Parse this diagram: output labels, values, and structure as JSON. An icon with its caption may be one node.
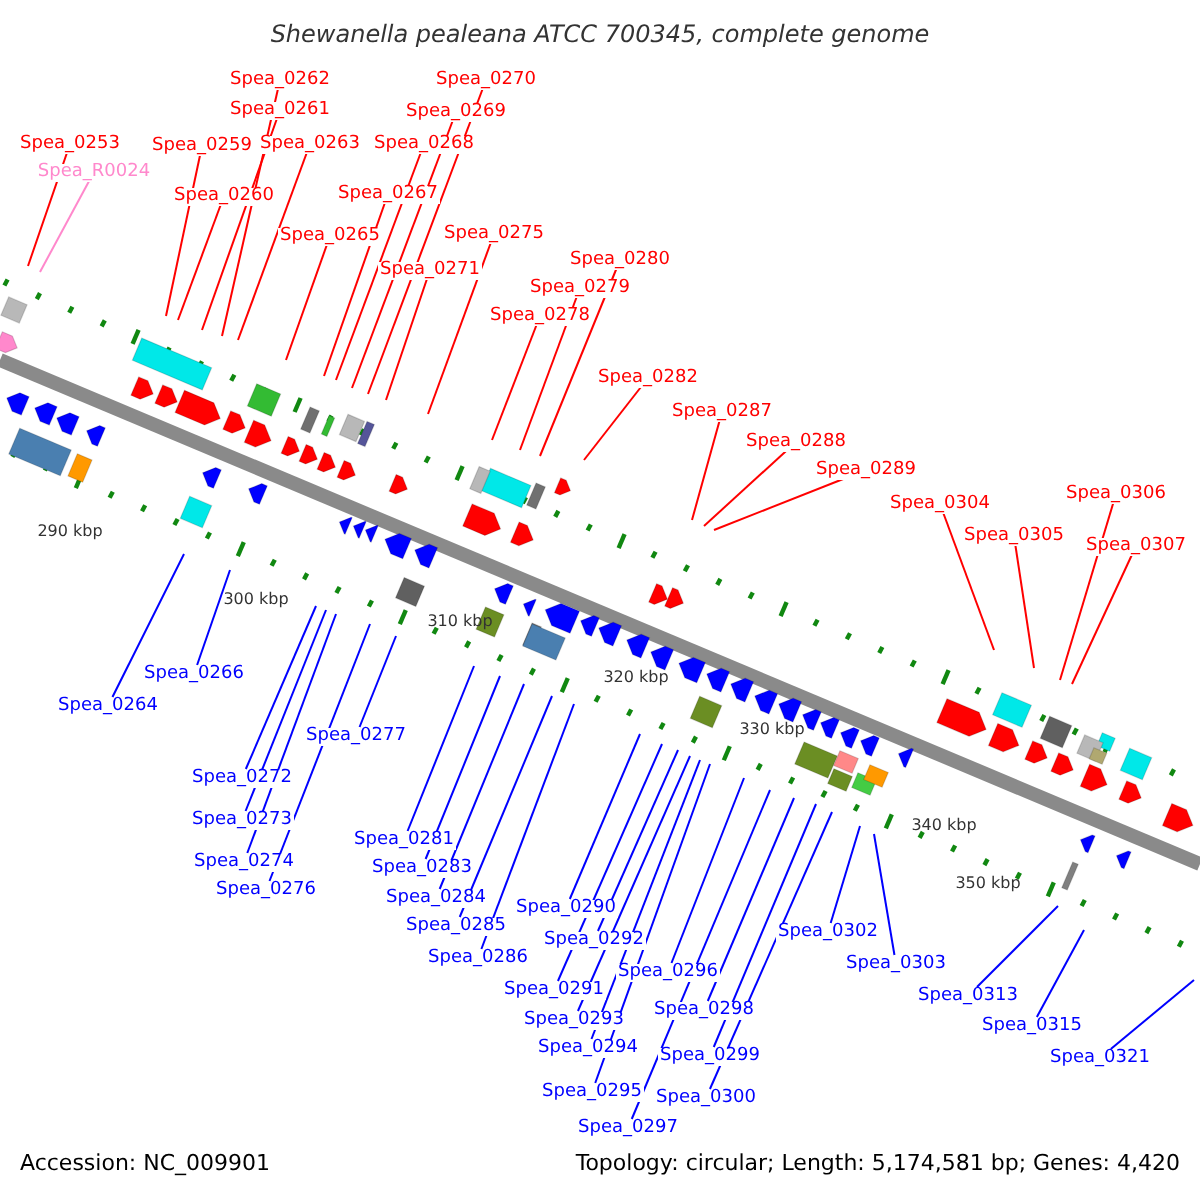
{
  "diagram": {
    "title": "Shewanella pealeana ATCC 700345, complete genome",
    "nodes": [
      {
        "text": [
          "Spea_0253"
        ]
      },
      {
        "text": [
          "Spea_R0024"
        ]
      },
      {
        "text": [
          "Spea_0259"
        ]
      },
      {
        "text": [
          "Spea_0260"
        ]
      },
      {
        "text": [
          "Spea_0261"
        ]
      },
      {
        "text": [
          "Spea_0262"
        ]
      },
      {
        "text": [
          "Spea_0263"
        ]
      },
      {
        "text": [
          "Spea_0265"
        ]
      },
      {
        "text": [
          "Spea_0267"
        ]
      },
      {
        "text": [
          "Spea_0268"
        ]
      },
      {
        "text": [
          "Spea_0269"
        ]
      },
      {
        "text": [
          "Spea_0270"
        ]
      },
      {
        "text": [
          "Spea_0271"
        ]
      },
      {
        "text": [
          "Spea_0275"
        ]
      },
      {
        "text": [
          "Spea_0278"
        ]
      },
      {
        "text": [
          "Spea_0279"
        ]
      },
      {
        "text": [
          "Spea_0280"
        ]
      },
      {
        "text": [
          "Spea_0282"
        ]
      },
      {
        "text": [
          "Spea_0287"
        ]
      },
      {
        "text": [
          "Spea_0288"
        ]
      },
      {
        "text": [
          "Spea_0289"
        ]
      },
      {
        "text": [
          "Spea_0304"
        ]
      },
      {
        "text": [
          "Spea_0305"
        ]
      },
      {
        "text": [
          "Spea_0306"
        ]
      },
      {
        "text": [
          "Spea_0307"
        ]
      },
      {
        "text": [
          "Spea_0264"
        ]
      },
      {
        "text": [
          "Spea_0266"
        ]
      },
      {
        "text": [
          "Spea_0272"
        ]
      },
      {
        "text": [
          "Spea_0273"
        ]
      },
      {
        "text": [
          "Spea_0274"
        ]
      },
      {
        "text": [
          "Spea_0276"
        ]
      },
      {
        "text": [
          "Spea_0277"
        ]
      },
      {
        "text": [
          "Spea_0281"
        ]
      },
      {
        "text": [
          "Spea_0283"
        ]
      },
      {
        "text": [
          "Spea_0284"
        ]
      },
      {
        "text": [
          "Spea_0285"
        ]
      },
      {
        "text": [
          "Spea_0286"
        ]
      },
      {
        "text": [
          "Spea_0290"
        ]
      },
      {
        "text": [
          "Spea_0291"
        ]
      },
      {
        "text": [
          "Spea_0292"
        ]
      },
      {
        "text": [
          "Spea_0293"
        ]
      },
      {
        "text": [
          "Spea_0294"
        ]
      },
      {
        "text": [
          "Spea_0295"
        ]
      },
      {
        "text": [
          "Spea_0296"
        ]
      },
      {
        "text": [
          "Spea_0297"
        ]
      },
      {
        "text": [
          "Spea_0298"
        ]
      },
      {
        "text": [
          "Spea_0299"
        ]
      },
      {
        "text": [
          "Spea_0300"
        ]
      },
      {
        "text": [
          "Spea_0302"
        ]
      },
      {
        "text": [
          "Spea_0303"
        ]
      },
      {
        "text": [
          "Spea_0313"
        ]
      },
      {
        "text": [
          "Spea_0315"
        ]
      },
      {
        "text": [
          "Spea_0321"
        ]
      }
    ],
    "edges": [
      {
        "from": 0,
        "to": null,
        "arrow": "none",
        "color": "#ff0000"
      },
      {
        "from": 1,
        "to": null,
        "arrow": "none",
        "color": "#ff88cc"
      },
      {
        "from": 2,
        "to": null,
        "arrow": "none",
        "color": "#ff0000"
      },
      {
        "from": 3,
        "to": null,
        "arrow": "none",
        "color": "#ff0000"
      },
      {
        "from": 4,
        "to": null,
        "arrow": "none",
        "color": "#ff0000"
      },
      {
        "from": 5,
        "to": null,
        "arrow": "none",
        "color": "#ff0000"
      },
      {
        "from": 6,
        "to": null,
        "arrow": "none",
        "color": "#ff0000"
      },
      {
        "from": 7,
        "to": null,
        "arrow": "none",
        "color": "#ff0000"
      },
      {
        "from": 8,
        "to": null,
        "arrow": "none",
        "color": "#ff0000"
      },
      {
        "from": 9,
        "to": null,
        "arrow": "none",
        "color": "#ff0000"
      },
      {
        "from": 10,
        "to": null,
        "arrow": "none",
        "color": "#ff0000"
      },
      {
        "from": 11,
        "to": null,
        "arrow": "none",
        "color": "#ff0000"
      },
      {
        "from": 12,
        "to": null,
        "arrow": "none",
        "color": "#ff0000"
      },
      {
        "from": 13,
        "to": null,
        "arrow": "none",
        "color": "#ff0000"
      },
      {
        "from": 14,
        "to": null,
        "arrow": "none",
        "color": "#ff0000"
      },
      {
        "from": 15,
        "to": null,
        "arrow": "none",
        "color": "#ff0000"
      },
      {
        "from": 16,
        "to": null,
        "arrow": "none",
        "color": "#ff0000"
      },
      {
        "from": 17,
        "to": null,
        "arrow": "none",
        "color": "#ff0000"
      },
      {
        "from": 18,
        "to": null,
        "arrow": "none",
        "color": "#ff0000"
      },
      {
        "from": 19,
        "to": null,
        "arrow": "none",
        "color": "#ff0000"
      },
      {
        "from": 20,
        "to": null,
        "arrow": "none",
        "color": "#ff0000"
      },
      {
        "from": 21,
        "to": null,
        "arrow": "none",
        "color": "#ff0000"
      },
      {
        "from": 22,
        "to": null,
        "arrow": "none",
        "color": "#ff0000"
      },
      {
        "from": 23,
        "to": null,
        "arrow": "none",
        "color": "#ff0000"
      },
      {
        "from": 24,
        "to": null,
        "arrow": "none",
        "color": "#ff0000"
      },
      {
        "from": 25,
        "to": null,
        "arrow": "none",
        "color": "#0000ff"
      },
      {
        "from": 26,
        "to": null,
        "arrow": "none",
        "color": "#0000ff"
      },
      {
        "from": 27,
        "to": null,
        "arrow": "none",
        "color": "#0000ff"
      },
      {
        "from": 28,
        "to": null,
        "arrow": "none",
        "color": "#0000ff"
      },
      {
        "from": 29,
        "to": null,
        "arrow": "none",
        "color": "#0000ff"
      },
      {
        "from": 30,
        "to": null,
        "arrow": "none",
        "color": "#0000ff"
      },
      {
        "from": 31,
        "to": null,
        "arrow": "none",
        "color": "#0000ff"
      },
      {
        "from": 32,
        "to": null,
        "arrow": "none",
        "color": "#0000ff"
      },
      {
        "from": 33,
        "to": null,
        "arrow": "none",
        "color": "#0000ff"
      },
      {
        "from": 34,
        "to": null,
        "arrow": "none",
        "color": "#0000ff"
      },
      {
        "from": 35,
        "to": null,
        "arrow": "none",
        "color": "#0000ff"
      },
      {
        "from": 36,
        "to": null,
        "arrow": "none",
        "color": "#0000ff"
      },
      {
        "from": 37,
        "to": null,
        "arrow": "none",
        "color": "#0000ff"
      },
      {
        "from": 38,
        "to": null,
        "arrow": "none",
        "color": "#0000ff"
      },
      {
        "from": 39,
        "to": null,
        "arrow": "none",
        "color": "#0000ff"
      },
      {
        "from": 40,
        "to": null,
        "arrow": "none",
        "color": "#0000ff"
      },
      {
        "from": 41,
        "to": null,
        "arrow": "none",
        "color": "#0000ff"
      },
      {
        "from": 42,
        "to": null,
        "arrow": "none",
        "color": "#0000ff"
      },
      {
        "from": 43,
        "to": null,
        "arrow": "none",
        "color": "#0000ff"
      },
      {
        "from": 44,
        "to": null,
        "arrow": "none",
        "color": "#0000ff"
      },
      {
        "from": 45,
        "to": null,
        "arrow": "none",
        "color": "#0000ff"
      },
      {
        "from": 46,
        "to": null,
        "arrow": "none",
        "color": "#0000ff"
      },
      {
        "from": 47,
        "to": null,
        "arrow": "none",
        "color": "#0000ff"
      },
      {
        "from": 48,
        "to": null,
        "arrow": "none",
        "color": "#0000ff"
      },
      {
        "from": 49,
        "to": null,
        "arrow": "none",
        "color": "#0000ff"
      },
      {
        "from": 50,
        "to": null,
        "arrow": "none",
        "color": "#0000ff"
      },
      {
        "from": 51,
        "to": null,
        "arrow": "none",
        "color": "#0000ff"
      },
      {
        "from": 52,
        "to": null,
        "arrow": "none",
        "color": "#0000ff"
      }
    ],
    "labels": [
      "290 kbp",
      "300 kbp",
      "310 kbp",
      "320 kbp",
      "330 kbp",
      "340 kbp",
      "350 kbp",
      "Accession: NC_009901",
      "Topology: circular; Length: 5,174,581 bp; Genes: 4,420"
    ]
  }
}
